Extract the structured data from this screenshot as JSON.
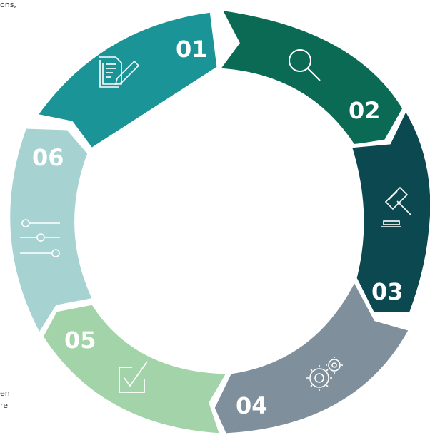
{
  "colors": {
    "seg01": "#1a9496",
    "seg02": "#0b6a54",
    "seg03": "#0b4850",
    "seg04": "#7f909c",
    "seg05": "#a3d3a8",
    "seg06": "#a7d2d2",
    "gap": "#ffffff"
  },
  "text_fragments": {
    "top_left": "ons,",
    "bottom_left_1": "en",
    "bottom_left_2": "re"
  },
  "steps": [
    {
      "number": "01",
      "icon": "document-pen-icon"
    },
    {
      "number": "02",
      "icon": "search-icon"
    },
    {
      "number": "03",
      "icon": "gavel-icon"
    },
    {
      "number": "04",
      "icon": "gears-icon"
    },
    {
      "number": "05",
      "icon": "checkbox-icon"
    },
    {
      "number": "06",
      "icon": "sliders-icon"
    }
  ]
}
